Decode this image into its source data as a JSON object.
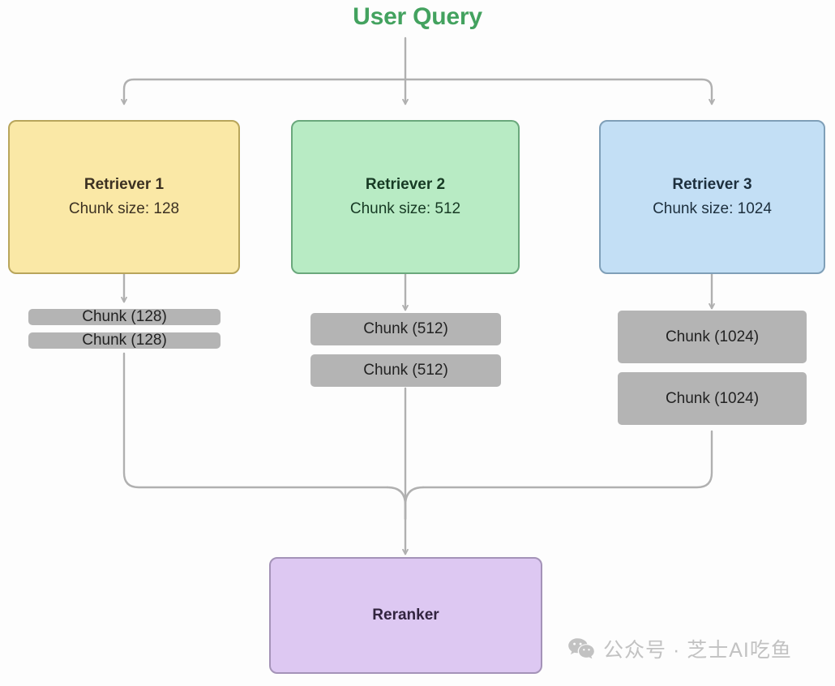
{
  "diagram": {
    "title": "User Query",
    "title_color": "#43a25f",
    "background": "#fdfdfd",
    "edge_color": "#b0b0b0"
  },
  "retrievers": [
    {
      "id": "retriever-1",
      "title": "Retriever 1",
      "subtitle": "Chunk size: 128",
      "fill": "#fae8a6",
      "border": "#b8a55b",
      "chunks": [
        {
          "label": "Chunk (128)"
        },
        {
          "label": "Chunk (128)"
        }
      ]
    },
    {
      "id": "retriever-2",
      "title": "Retriever 2",
      "subtitle": "Chunk size: 512",
      "fill": "#b8ebc4",
      "border": "#6aa87c",
      "chunks": [
        {
          "label": "Chunk (512)"
        },
        {
          "label": "Chunk (512)"
        }
      ]
    },
    {
      "id": "retriever-3",
      "title": "Retriever 3",
      "subtitle": "Chunk size: 1024",
      "fill": "#c3dff5",
      "border": "#7f9fb8",
      "chunks": [
        {
          "label": "Chunk (1024)"
        },
        {
          "label": "Chunk (1024)"
        }
      ]
    }
  ],
  "reranker": {
    "title": "Reranker",
    "fill": "#ddc8f2",
    "border": "#a493b8"
  },
  "watermark": {
    "icon": "wechat-icon",
    "text": "公众号 · 芝士AI吃鱼",
    "color": "#c2c2c2"
  }
}
